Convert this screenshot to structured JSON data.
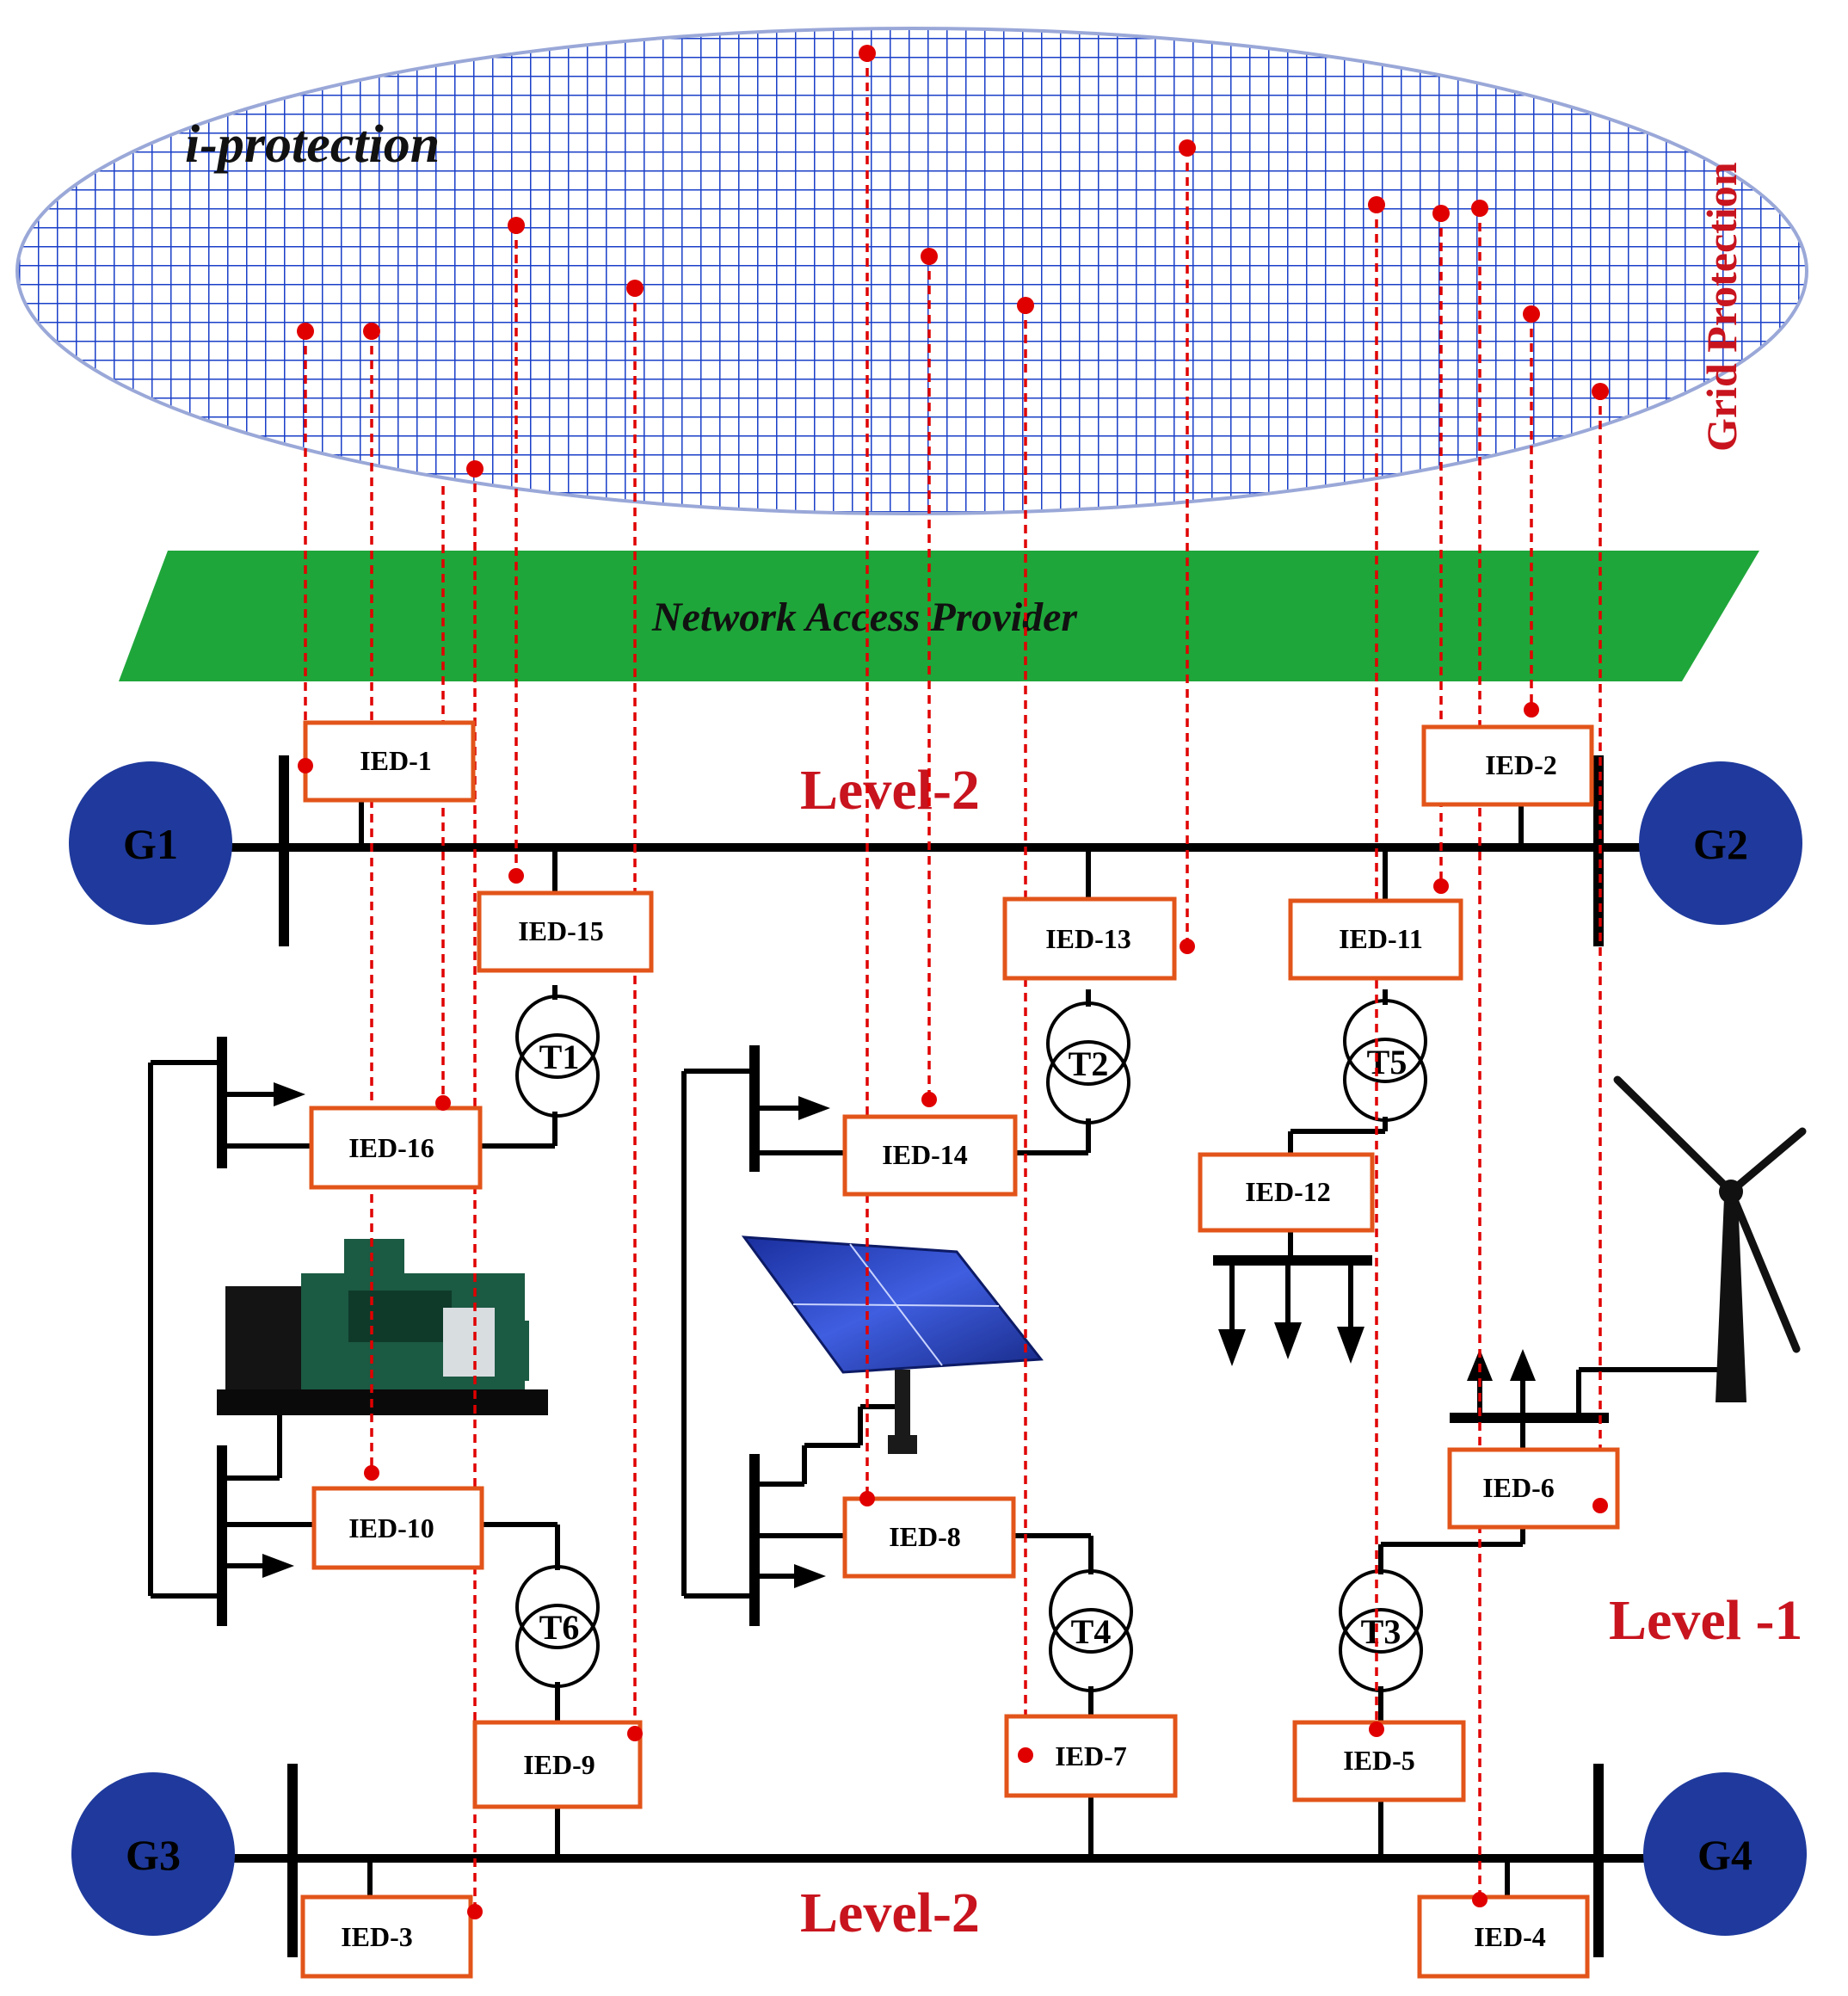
{
  "cloud": {
    "title": "i-protection",
    "side_label": "Grid Protection"
  },
  "network": {
    "label": "Network Access Provider"
  },
  "levels": {
    "top": "Level-2",
    "middle": "Level -1",
    "bottom": "Level-2"
  },
  "generators": {
    "g1": "G1",
    "g2": "G2",
    "g3": "G3",
    "g4": "G4"
  },
  "transformers": {
    "t1": "T1",
    "t2": "T2",
    "t3": "T3",
    "t4": "T4",
    "t5": "T5",
    "t6": "T6"
  },
  "ieds": {
    "ied1": "IED-1",
    "ied2": "IED-2",
    "ied3": "IED-3",
    "ied4": "IED-4",
    "ied5": "IED-5",
    "ied6": "IED-6",
    "ied7": "IED-7",
    "ied8": "IED-8",
    "ied9": "IED-9",
    "ied10": "IED-10",
    "ied11": "IED-11",
    "ied12": "IED-12",
    "ied13": "IED-13",
    "ied14": "IED-14",
    "ied15": "IED-15",
    "ied16": "IED-16"
  },
  "colors": {
    "grid_blue": "#1a3fc8",
    "network_green": "#1fa63a",
    "generator_blue": "#1f3a9c",
    "ied_border": "#e2541a",
    "link_red": "#e00000",
    "label_red": "#c8141e"
  }
}
